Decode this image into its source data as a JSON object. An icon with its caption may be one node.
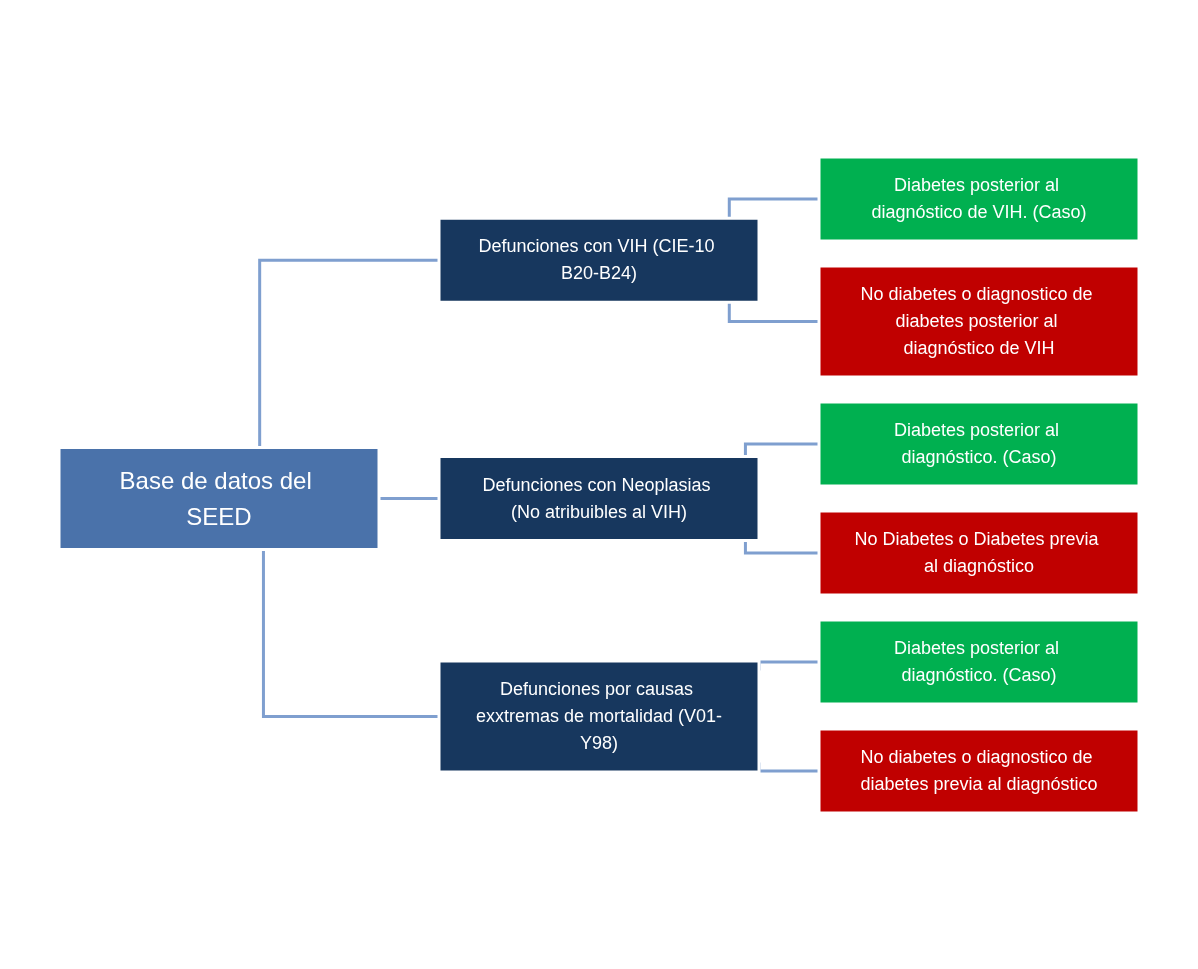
{
  "diagram": {
    "nodes": [
      {
        "text": [
          "Base de datos del SEED"
        ]
      },
      {
        "text": [
          "Defunciones con VIH (CIE-10 B20-B24)"
        ]
      },
      {
        "text": [
          "Diabetes posterior al diagnóstico de VIH. (Caso)"
        ]
      },
      {
        "text": [
          "No diabetes o diagnostico de diabetes posterior al diagnóstico de VIH"
        ]
      },
      {
        "text": [
          "Defunciones con Neoplasias (No atribuibles al VIH)"
        ]
      },
      {
        "text": [
          "Diabetes posterior al diagnóstico. (Caso)"
        ]
      },
      {
        "text": [
          "No Diabetes o Diabetes previa al diagnóstico"
        ]
      },
      {
        "text": [
          "Defunciones por causas exxtremas de mortalidad (V01-Y98)"
        ]
      },
      {
        "text": [
          "Diabetes posterior al diagnóstico. (Caso)"
        ]
      },
      {
        "text": [
          "No diabetes o diagnostico de diabetes previa al diagnóstico"
        ]
      }
    ],
    "edges": [
      {
        "from": 0,
        "to": 1,
        "arrow": "none"
      },
      {
        "from": 0,
        "to": 4,
        "arrow": "none"
      },
      {
        "from": 0,
        "to": 7,
        "arrow": "none"
      },
      {
        "from": 1,
        "to": 2,
        "arrow": "none"
      },
      {
        "from": 1,
        "to": 3,
        "arrow": "none"
      },
      {
        "from": 4,
        "to": 5,
        "arrow": "none"
      },
      {
        "from": 4,
        "to": 6,
        "arrow": "none"
      },
      {
        "from": 7,
        "to": 8,
        "arrow": "none"
      },
      {
        "from": 7,
        "to": 9,
        "arrow": "none"
      }
    ]
  }
}
